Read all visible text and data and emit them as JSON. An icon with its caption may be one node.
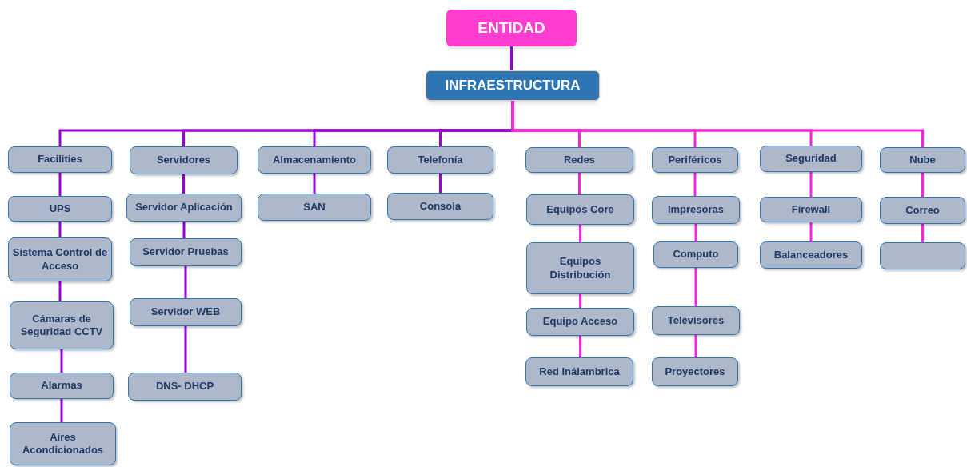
{
  "diagram": {
    "nodes": [
      {
        "text": [
          "ENTIDAD"
        ]
      },
      {
        "text": [
          "INFRAESTRUCTURA"
        ]
      },
      {
        "text": [
          "Facilities"
        ]
      },
      {
        "text": [
          "UPS"
        ]
      },
      {
        "text": [
          "Sistema Control de Acceso"
        ]
      },
      {
        "text": [
          "Cámaras de Seguridad CCTV"
        ]
      },
      {
        "text": [
          "Alarmas"
        ]
      },
      {
        "text": [
          "Aires Acondicionados"
        ]
      },
      {
        "text": [
          "Servidores"
        ]
      },
      {
        "text": [
          "Servidor Aplicación"
        ]
      },
      {
        "text": [
          "Servidor Pruebas"
        ]
      },
      {
        "text": [
          "Servidor WEB"
        ]
      },
      {
        "text": [
          "DNS- DHCP"
        ]
      },
      {
        "text": [
          "Almacenamiento"
        ]
      },
      {
        "text": [
          "SAN"
        ]
      },
      {
        "text": [
          "Telefonía"
        ]
      },
      {
        "text": [
          "Consola"
        ]
      },
      {
        "text": [
          "Redes"
        ]
      },
      {
        "text": [
          "Equipos Core"
        ]
      },
      {
        "text": [
          "Equipos Distribución"
        ]
      },
      {
        "text": [
          "Equipo Acceso"
        ]
      },
      {
        "text": [
          "Red Inálambrica"
        ]
      },
      {
        "text": [
          "Periféricos"
        ]
      },
      {
        "text": [
          "Impresoras"
        ]
      },
      {
        "text": [
          "Computo"
        ]
      },
      {
        "text": [
          "Telévisores"
        ]
      },
      {
        "text": [
          "Proyectores"
        ]
      },
      {
        "text": [
          "Seguridad"
        ]
      },
      {
        "text": [
          "Firewall"
        ]
      },
      {
        "text": [
          "Balanceadores"
        ]
      },
      {
        "text": [
          "Nube"
        ]
      },
      {
        "text": [
          "Correo"
        ]
      },
      {
        "text": [],
        "shape": "box"
      }
    ],
    "edges": [
      {
        "from": 0,
        "to": 1,
        "arrow": "none"
      },
      {
        "from": 1,
        "to": 2,
        "arrow": "none"
      },
      {
        "from": 1,
        "to": 8,
        "arrow": "none"
      },
      {
        "from": 1,
        "to": 13,
        "arrow": "none"
      },
      {
        "from": 1,
        "to": 15,
        "arrow": "none"
      },
      {
        "from": 1,
        "to": 17,
        "arrow": "none",
        "color": "#ff22dd"
      },
      {
        "from": 1,
        "to": 22,
        "arrow": "none",
        "color": "#ff22dd"
      },
      {
        "from": 1,
        "to": 27,
        "arrow": "none",
        "color": "#ff22dd"
      },
      {
        "from": 1,
        "to": 30,
        "arrow": "none",
        "color": "#ff22dd"
      },
      {
        "from": 2,
        "to": 3,
        "arrow": "none"
      },
      {
        "from": 3,
        "to": 4,
        "arrow": "none"
      },
      {
        "from": 4,
        "to": 5,
        "arrow": "none"
      },
      {
        "from": 5,
        "to": 6,
        "arrow": "none"
      },
      {
        "from": 6,
        "to": 7,
        "arrow": "none"
      },
      {
        "from": 8,
        "to": 9,
        "arrow": "none"
      },
      {
        "from": 9,
        "to": 10,
        "arrow": "none"
      },
      {
        "from": 10,
        "to": 11,
        "arrow": "none"
      },
      {
        "from": 11,
        "to": 12,
        "arrow": "none"
      },
      {
        "from": 13,
        "to": 14,
        "arrow": "none"
      },
      {
        "from": 15,
        "to": 16,
        "arrow": "none"
      },
      {
        "from": 17,
        "to": 18,
        "arrow": "none",
        "color": "#ff22dd"
      },
      {
        "from": 18,
        "to": 19,
        "arrow": "none",
        "color": "#ff22dd"
      },
      {
        "from": 19,
        "to": 20,
        "arrow": "none",
        "color": "#ff22dd"
      },
      {
        "from": 20,
        "to": 21,
        "arrow": "none",
        "color": "#ff22dd"
      },
      {
        "from": 22,
        "to": 23,
        "arrow": "none",
        "color": "#ff22dd"
      },
      {
        "from": 23,
        "to": 24,
        "arrow": "none",
        "color": "#ff22dd"
      },
      {
        "from": 24,
        "to": 25,
        "arrow": "none",
        "color": "#ff22dd"
      },
      {
        "from": 25,
        "to": 26,
        "arrow": "none",
        "color": "#ff22dd"
      },
      {
        "from": 27,
        "to": 28,
        "arrow": "none",
        "color": "#ff22dd"
      },
      {
        "from": 28,
        "to": 29,
        "arrow": "none",
        "color": "#ff22dd"
      },
      {
        "from": 30,
        "to": 31,
        "arrow": "none",
        "color": "#ff22dd"
      },
      {
        "from": 31,
        "to": 32,
        "arrow": "none",
        "color": "#ff22dd"
      }
    ]
  }
}
